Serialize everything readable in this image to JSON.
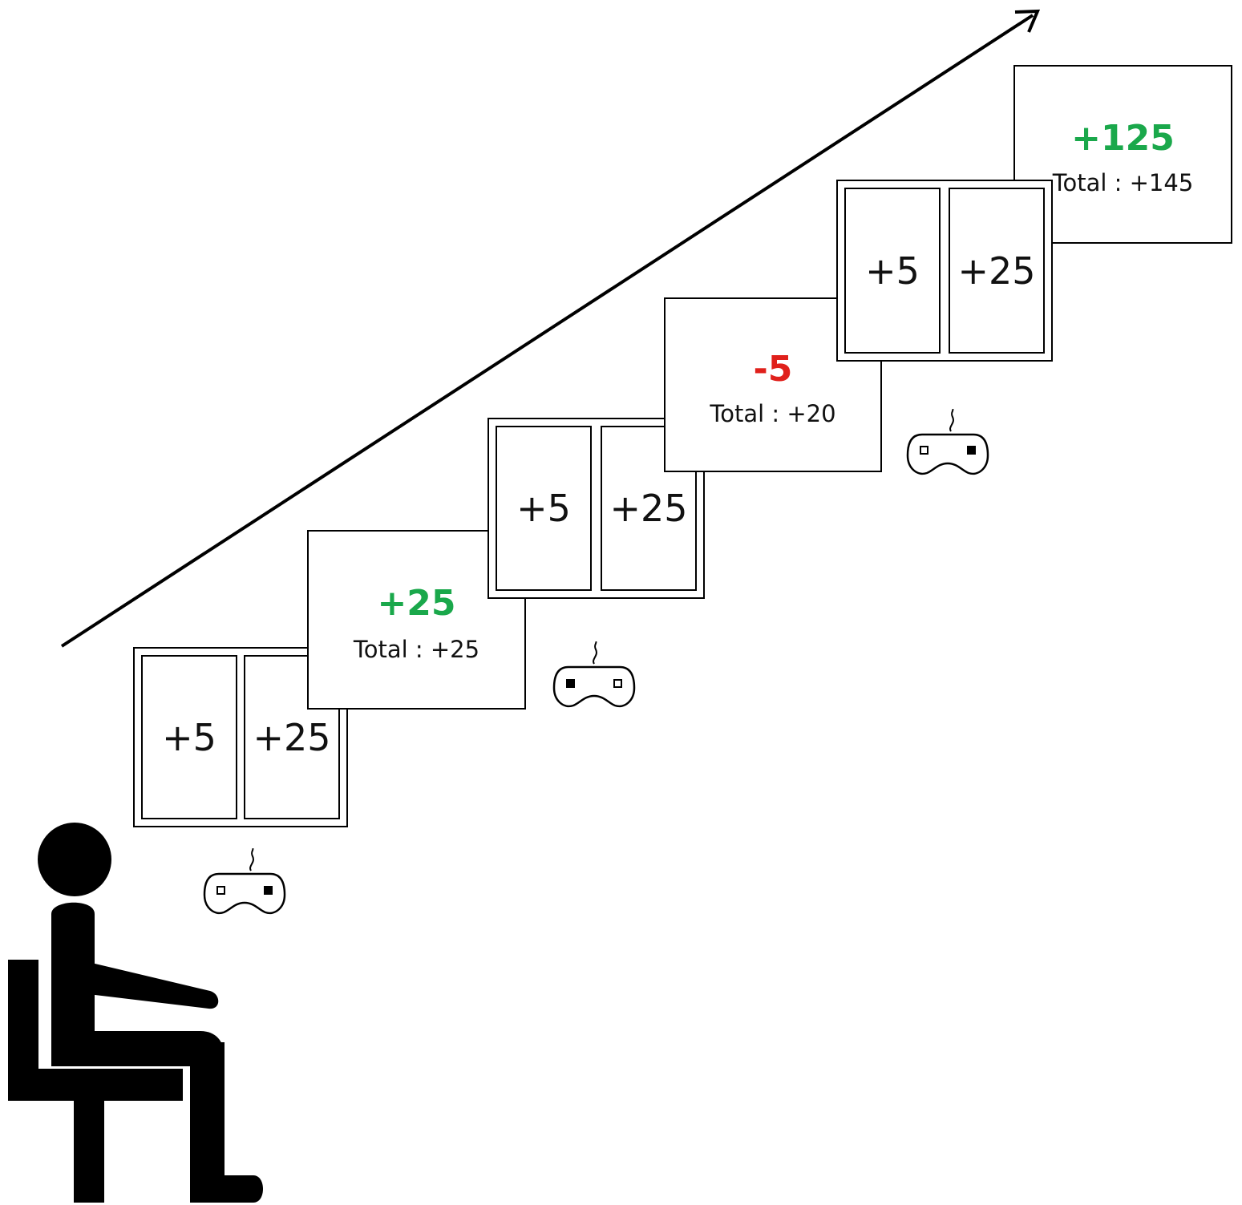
{
  "trials": [
    {
      "choice": {
        "left": "+5",
        "right": "+25"
      },
      "feedback": {
        "value": "+25",
        "total": "Total : +25",
        "color": "#1aa84b"
      },
      "gamepad_selected": "right"
    },
    {
      "choice": {
        "left": "+5",
        "right": "+25"
      },
      "feedback": {
        "value": "-5",
        "total": "Total : +20",
        "color": "#e0201b"
      },
      "gamepad_selected": "left"
    },
    {
      "choice": {
        "left": "+5",
        "right": "+25"
      },
      "feedback": {
        "value": "+125",
        "total": "Total : +145",
        "color": "#1aa84b"
      },
      "gamepad_selected": "right"
    }
  ],
  "icons": {
    "time_arrow": "arrow-icon",
    "gamepad": "gamepad-icon",
    "participant": "seated-person-icon"
  }
}
